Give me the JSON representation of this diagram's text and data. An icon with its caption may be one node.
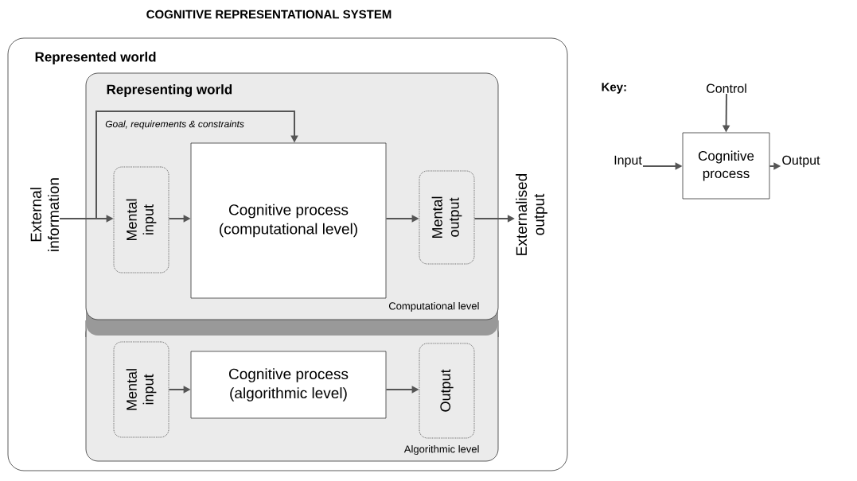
{
  "diagram": {
    "title": "COGNITIVE REPRESENTATIONAL SYSTEM",
    "nodes": [
      {
        "text": [
          "Represented world"
        ]
      },
      {
        "text": [
          "Representing world",
          "Computational level"
        ],
        "in": 0
      },
      {
        "text": [
          "External information"
        ],
        "in": 0
      },
      {
        "text": [
          "Mental input"
        ],
        "in": 1
      },
      {
        "text": [
          "Cognitive process (computational level)"
        ],
        "in": 1
      },
      {
        "text": [
          "Mental output"
        ],
        "in": 1
      },
      {
        "text": [
          "Externalised output"
        ],
        "in": 0
      },
      {
        "text": [
          "Algorithmic level"
        ],
        "in": 0
      },
      {
        "text": [
          "Mental input"
        ],
        "in": 7
      },
      {
        "text": [
          "Cognitive process (algorithmic level)"
        ],
        "in": 7
      },
      {
        "text": [
          "Output"
        ],
        "in": 7
      },
      {
        "text": [
          "Control"
        ]
      },
      {
        "text": [
          "Input"
        ]
      },
      {
        "text": [
          "Cognitive process"
        ]
      },
      {
        "text": [
          "Output"
        ]
      }
    ],
    "edges": [
      {
        "from": 2,
        "to": 3,
        "arrow": "to"
      },
      {
        "from": 2,
        "to": 4,
        "arrow": "to",
        "label": "Goal, requirements & constraints"
      },
      {
        "from": 3,
        "to": 4,
        "arrow": "to"
      },
      {
        "from": 4,
        "to": 5,
        "arrow": "to"
      },
      {
        "from": 5,
        "to": 6,
        "arrow": "to"
      },
      {
        "from": 8,
        "to": 9,
        "arrow": "to"
      },
      {
        "from": 9,
        "to": 10,
        "arrow": "to"
      },
      {
        "from": 11,
        "to": 13,
        "arrow": "to"
      },
      {
        "from": 12,
        "to": 13,
        "arrow": "to"
      },
      {
        "from": 13,
        "to": 14,
        "arrow": "to"
      }
    ],
    "labels": [
      "Key:"
    ]
  }
}
